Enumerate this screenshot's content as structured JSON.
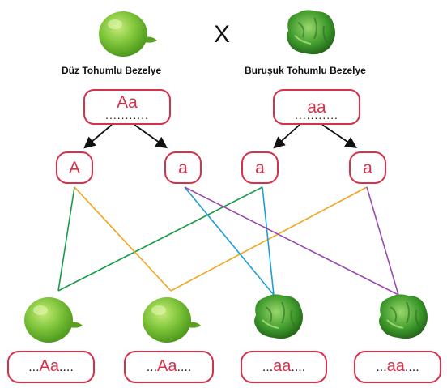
{
  "parents": {
    "left": {
      "label": "Düz Tohumlu Bezelye",
      "genotype": "Aa",
      "dots": "...........",
      "pea_type": "smooth-pea"
    },
    "right": {
      "label": "Buruşuk Tohumlu Bezelye",
      "genotype": "aa",
      "dots": "...........",
      "pea_type": "wrinkled-pea"
    },
    "cross_symbol": "X"
  },
  "gametes": [
    "A",
    "a",
    "a",
    "a"
  ],
  "offspring": [
    {
      "genotype": "Aa",
      "dots_before": "...",
      "dots_after": "....",
      "pea_type": "smooth-pea"
    },
    {
      "genotype": "Aa",
      "dots_before": "...",
      "dots_after": "....",
      "pea_type": "smooth-pea"
    },
    {
      "genotype": "aa",
      "dots_before": "...",
      "dots_after": "....",
      "pea_type": "wrinkled-pea"
    },
    {
      "genotype": "aa",
      "dots_before": "...",
      "dots_after": "....",
      "pea_type": "wrinkled-pea"
    }
  ],
  "colors": {
    "box_border": "#d6314a",
    "line_green": "#1a9a4a",
    "line_orange": "#f2a51d",
    "line_blue": "#1e9fd8",
    "line_purple": "#9a4bb0",
    "pea_smooth": "#7ec43a",
    "pea_wrinkled": "#3f9a2c"
  }
}
